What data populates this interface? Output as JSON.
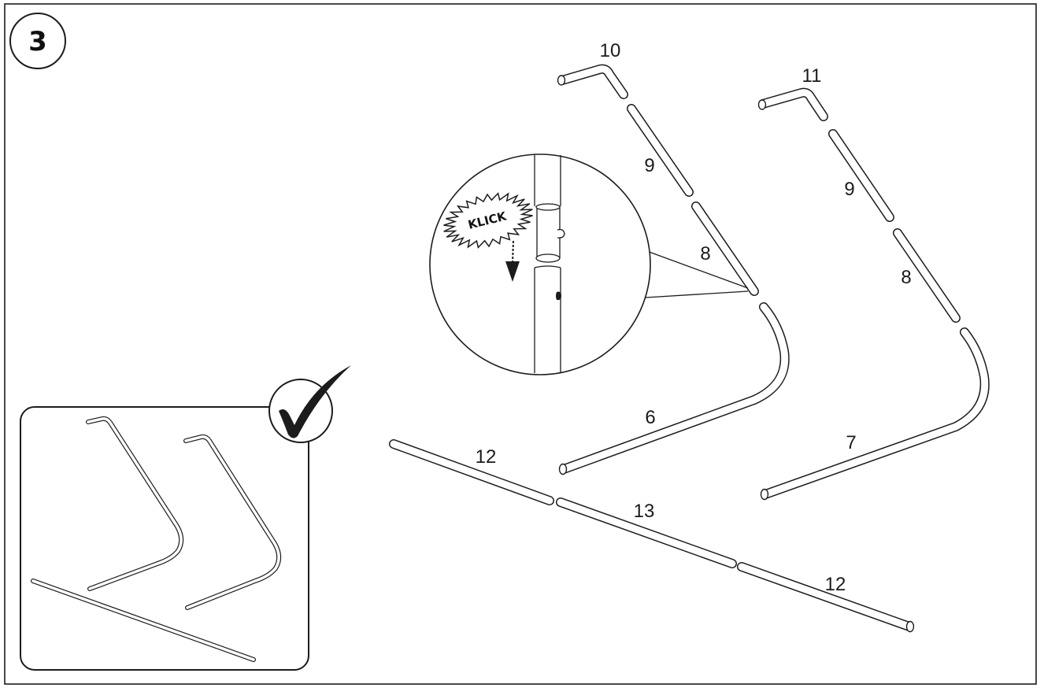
{
  "step": {
    "number": "3"
  },
  "callout": {
    "text": "KLICK"
  },
  "part_labels": {
    "p10": "10",
    "p11": "11",
    "p9a": "9",
    "p9b": "9",
    "p8a": "8",
    "p8b": "8",
    "p6": "6",
    "p7": "7",
    "p12a": "12",
    "p12b": "12",
    "p13": "13"
  },
  "icons": {
    "check": "checkmark-icon",
    "arrow": "arrow-down-icon"
  },
  "colors": {
    "line": "#1c1c1c",
    "background": "#ffffff"
  }
}
